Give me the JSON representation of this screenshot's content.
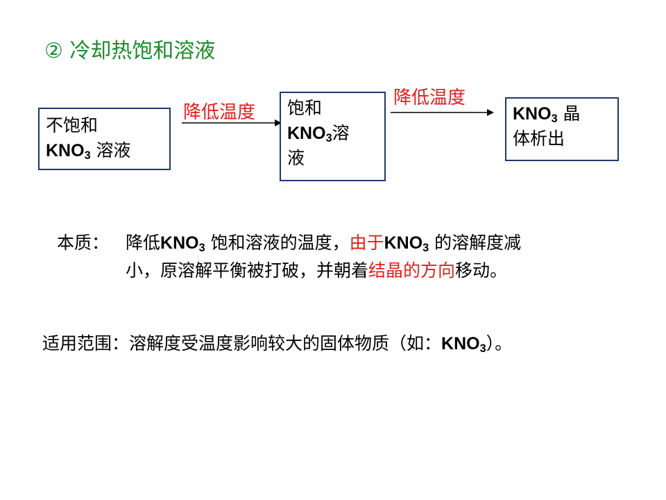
{
  "title": "② 冷却热饱和溶液",
  "flow": {
    "box1": {
      "line1": "不饱和",
      "formula_main": "KNO",
      "formula_sub": "3",
      "tail": " 溶液"
    },
    "arrow1_label": "降低温度",
    "box2": {
      "line1": "饱和",
      "formula_main": "KNO",
      "formula_sub": "3",
      "tail": "溶",
      "line3": "液"
    },
    "arrow2_label": "降低温度",
    "box3": {
      "formula_main": "KNO",
      "formula_sub": "3",
      "line1_tail": " 晶",
      "line2": "体析出"
    }
  },
  "essence": {
    "label": "本质：",
    "p1": "降低",
    "f1_main": "KNO",
    "f1_sub": "3",
    "p2": " 饱和溶液的温度，",
    "red1": "由于",
    "f2_main": "KNO",
    "f2_sub": "3",
    "p3": " 的溶解度减",
    "line2_a": "小，原溶解平衡被打破，并朝着",
    "red2": "结晶的方向",
    "line2_b": "移动。"
  },
  "scope": {
    "label": "适用范围：",
    "text": "溶解度受温度影响较大的固体物质（如：",
    "f_main": "KNO",
    "f_sub": "3",
    "end": "）。"
  },
  "colors": {
    "title": "#1b8a2a",
    "accent_red": "#e0201f",
    "box_border": "#1f3864"
  }
}
